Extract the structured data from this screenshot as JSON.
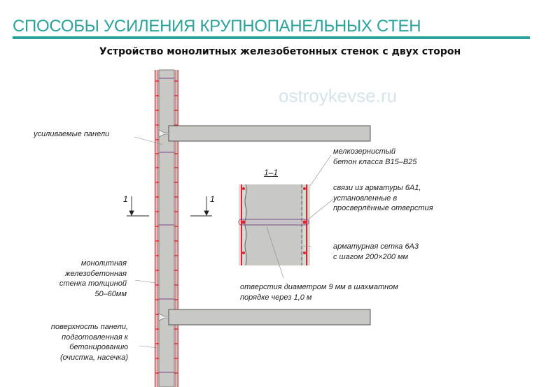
{
  "header": {
    "title": "СПОСОБЫ УСИЛЕНИЯ КРУПНОПАНЕЛЬНЫХ СТЕН",
    "subtitle": "Устройство монолитных железобетонных стенок с двух сторон",
    "accent_color": "#2aa39b"
  },
  "watermark": "ostroykevse.ru",
  "diagram": {
    "section_marker": "1",
    "section_title": "1–1",
    "labels_left": {
      "panels": "усиливаемые панели",
      "monolithic_wall": [
        "монолитная",
        "железобетонная",
        "стенка толщиной",
        "50–60мм"
      ],
      "surface": [
        "поверхность панели,",
        "подготовленная к",
        "бетонированию",
        "(очистка, насечка)"
      ]
    },
    "labels_right": {
      "concrete": [
        "мелкозернистый",
        "бетон класса В15–В25"
      ],
      "ties": [
        "связи из арматуры 6А1,",
        "установленные в",
        "просверлённые отверстия"
      ],
      "mesh": [
        "арматурная сетка 6А3",
        "с шагом 200×200 мм"
      ],
      "holes": [
        "отверстия диаметром 9 мм в шахматном",
        "порядке через 1,0 м"
      ]
    },
    "colors": {
      "concrete": "#c8c8c4",
      "rebar": "#e8202a",
      "outline": "#555555",
      "tie": "#7a4a8a"
    }
  }
}
